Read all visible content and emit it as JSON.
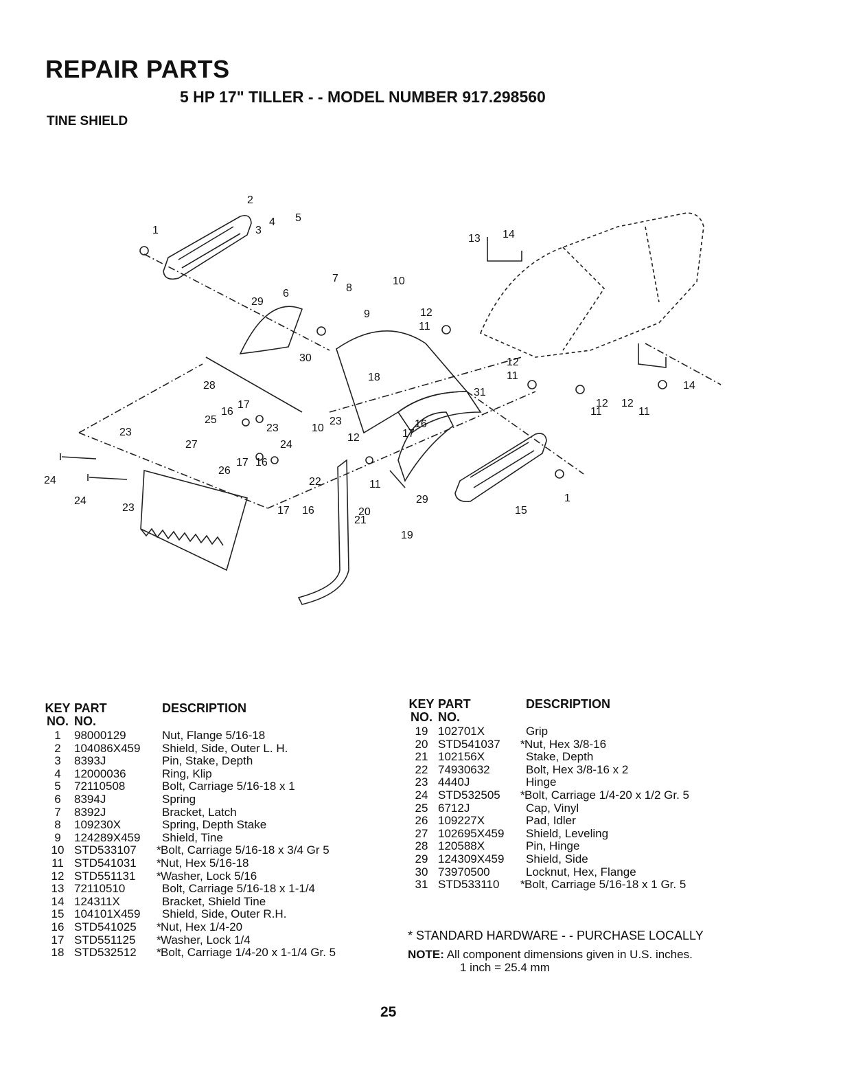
{
  "header": {
    "title": "REPAIR PARTS",
    "subtitle": "5 HP  17\" TILLER - - MODEL NUMBER 917.298560",
    "section": "TINE SHIELD"
  },
  "diagram": {
    "callouts": [
      "1",
      "2",
      "3",
      "4",
      "5",
      "6",
      "7",
      "8",
      "9",
      "10",
      "11",
      "12",
      "13",
      "14",
      "15",
      "16",
      "17",
      "18",
      "19",
      "20",
      "21",
      "22",
      "23",
      "24",
      "25",
      "26",
      "27",
      "28",
      "29",
      "30",
      "31"
    ]
  },
  "table_headers": {
    "key": "KEY",
    "key2": "NO.",
    "part": "PART",
    "part2": "NO.",
    "desc": "DESCRIPTION"
  },
  "parts_left": [
    {
      "key": "1",
      "part": "98000129",
      "std": false,
      "desc": "Nut, Flange 5/16-18"
    },
    {
      "key": "2",
      "part": "104086X459",
      "std": false,
      "desc": "Shield, Side, Outer L. H."
    },
    {
      "key": "3",
      "part": "8393J",
      "std": false,
      "desc": "Pin, Stake, Depth"
    },
    {
      "key": "4",
      "part": "12000036",
      "std": false,
      "desc": "Ring, Klip"
    },
    {
      "key": "5",
      "part": "72110508",
      "std": false,
      "desc": "Bolt, Carriage 5/16-18 x 1"
    },
    {
      "key": "6",
      "part": "8394J",
      "std": false,
      "desc": "Spring"
    },
    {
      "key": "7",
      "part": "8392J",
      "std": false,
      "desc": "Bracket, Latch"
    },
    {
      "key": "8",
      "part": "109230X",
      "std": false,
      "desc": "Spring, Depth Stake"
    },
    {
      "key": "9",
      "part": "124289X459",
      "std": false,
      "desc": "Shield, Tine"
    },
    {
      "key": "10",
      "part": "STD533107",
      "std": true,
      "desc": "Bolt, Carriage 5/16-18 x 3/4 Gr 5"
    },
    {
      "key": "11",
      "part": "STD541031",
      "std": true,
      "desc": "Nut, Hex 5/16-18"
    },
    {
      "key": "12",
      "part": "STD551131",
      "std": true,
      "desc": "Washer, Lock 5/16"
    },
    {
      "key": "13",
      "part": "72110510",
      "std": false,
      "desc": "Bolt, Carriage 5/16-18 x 1-1/4"
    },
    {
      "key": "14",
      "part": "124311X",
      "std": false,
      "desc": "Bracket, Shield Tine"
    },
    {
      "key": "15",
      "part": "104101X459",
      "std": false,
      "desc": "Shield, Side, Outer R.H."
    },
    {
      "key": "16",
      "part": "STD541025",
      "std": true,
      "desc": "Nut, Hex 1/4-20"
    },
    {
      "key": "17",
      "part": "STD551125",
      "std": true,
      "desc": "Washer, Lock 1/4"
    },
    {
      "key": "18",
      "part": "STD532512",
      "std": true,
      "desc": "Bolt, Carriage 1/4-20 x 1-1/4 Gr. 5"
    }
  ],
  "parts_right": [
    {
      "key": "19",
      "part": "102701X",
      "std": false,
      "desc": "Grip"
    },
    {
      "key": "20",
      "part": "STD541037",
      "std": true,
      "desc": "Nut, Hex 3/8-16"
    },
    {
      "key": "21",
      "part": "102156X",
      "std": false,
      "desc": "Stake, Depth"
    },
    {
      "key": "22",
      "part": "74930632",
      "std": false,
      "desc": "Bolt, Hex 3/8-16 x 2"
    },
    {
      "key": "23",
      "part": "4440J",
      "std": false,
      "desc": "Hinge"
    },
    {
      "key": "24",
      "part": "STD532505",
      "std": true,
      "desc": "Bolt, Carriage 1/4-20 x 1/2 Gr. 5"
    },
    {
      "key": "25",
      "part": "6712J",
      "std": false,
      "desc": "Cap, Vinyl"
    },
    {
      "key": "26",
      "part": "109227X",
      "std": false,
      "desc": "Pad, Idler"
    },
    {
      "key": "27",
      "part": "102695X459",
      "std": false,
      "desc": "Shield, Leveling"
    },
    {
      "key": "28",
      "part": "120588X",
      "std": false,
      "desc": "Pin, Hinge"
    },
    {
      "key": "29",
      "part": "124309X459",
      "std": false,
      "desc": "Shield, Side"
    },
    {
      "key": "30",
      "part": "73970500",
      "std": false,
      "desc": "Locknut, Hex, Flange"
    },
    {
      "key": "31",
      "part": "STD533110",
      "std": true,
      "desc": "Bolt, Carriage 5/16-18 x 1 Gr. 5"
    }
  ],
  "footnotes": {
    "standard": "* STANDARD HARDWARE - - PURCHASE LOCALLY",
    "note_label": "NOTE:",
    "note_text": "All component dimensions given in U.S. inches.",
    "note_conversion": "1 inch = 25.4 mm"
  },
  "page_number": "25"
}
